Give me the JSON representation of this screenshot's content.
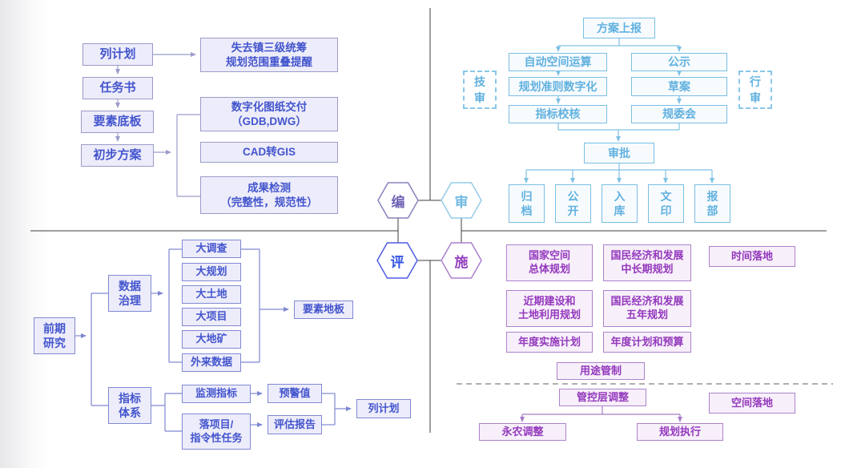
{
  "center": {
    "compile": "编",
    "review": "审",
    "evaluate": "评",
    "implement": "施"
  },
  "compile_quadrant": {
    "steps": [
      "列计划",
      "任务书",
      "要素底板",
      "初步方案"
    ],
    "overlap_alert": "失去镇三级统筹\n规划范围重叠提醒",
    "outputs": [
      "数字化图纸交付\n（GDB,DWG）",
      "CAD转GIS",
      "成果检测\n（完整性，规范性）"
    ]
  },
  "review_quadrant": {
    "submit": "方案上报",
    "tech_steps": [
      "自动空间运算",
      "规划准则数字化",
      "指标校核"
    ],
    "admin_steps": [
      "公示",
      "草案",
      "规委会"
    ],
    "tech_label": "技\n审",
    "admin_label": "行\n审",
    "approval": "审批",
    "outcomes": [
      "归\n档",
      "公\n开",
      "入\n库",
      "文\n印",
      "报\n部"
    ]
  },
  "evaluate_quadrant": {
    "research": "前期\n研究",
    "data_governance": "数据\n治理",
    "indicator_system": "指标\n体系",
    "big_data": [
      "大调查",
      "大规划",
      "大土地",
      "大项目",
      "大地矿",
      "外来数据"
    ],
    "element_floor": "要素地板",
    "monitor_indicator": "监测指标",
    "warning_value": "预警值",
    "tasks": "落项目/\n指令性任务",
    "evaluation_report": "评估报告",
    "plan_listing": "列计划"
  },
  "implement_quadrant": {
    "national_spatial_plan": "国家空间\n总体规划",
    "longterm_plan": "国民经济和发展\n中长期规划",
    "time_landing": "时间落地",
    "nearterm_plan": "近期建设和\n土地利用规划",
    "five_year_plan": "国民经济和发展\n五年规划",
    "annual_implementation": "年度实施计划",
    "annual_budget": "年度计划和预算",
    "use_control": "用途管制",
    "control_layer_adjust": "管控层调整",
    "space_landing": "空间落地",
    "farm_adjust": "永农调整",
    "plan_execution": "规划执行"
  },
  "colors": {
    "compile_text": "#4355CD",
    "review_text": "#61B1DF",
    "evaluate_text": "#3353E5",
    "implement_text": "#9439BD",
    "divider": "#3c3c3c"
  }
}
